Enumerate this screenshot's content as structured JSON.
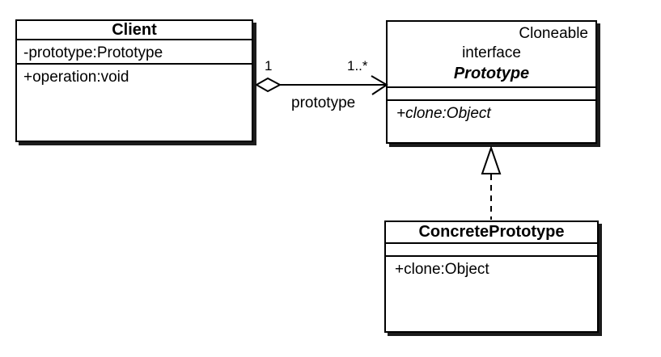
{
  "classes": {
    "client": {
      "title": "Client",
      "attributes": [
        "-prototype:Prototype"
      ],
      "operations": [
        "+operation:void"
      ]
    },
    "prototype": {
      "annotation": "Cloneable",
      "stereotype": "interface",
      "title": "Prototype",
      "attributes": [],
      "operations": [
        "+clone:Object"
      ]
    },
    "concrete_prototype": {
      "title": "ConcretePrototype",
      "attributes": [],
      "operations": [
        "+clone:Object"
      ]
    }
  },
  "association": {
    "type": "aggregation",
    "source_multiplicity": "1",
    "target_multiplicity": "1..*",
    "label": "prototype"
  },
  "realization": {
    "from": "ConcretePrototype",
    "to": "Prototype"
  },
  "colors": {
    "line": "#000000",
    "box_fill": "#ffffff",
    "shadow": "#1c1c1c",
    "background": "#ffffff"
  }
}
